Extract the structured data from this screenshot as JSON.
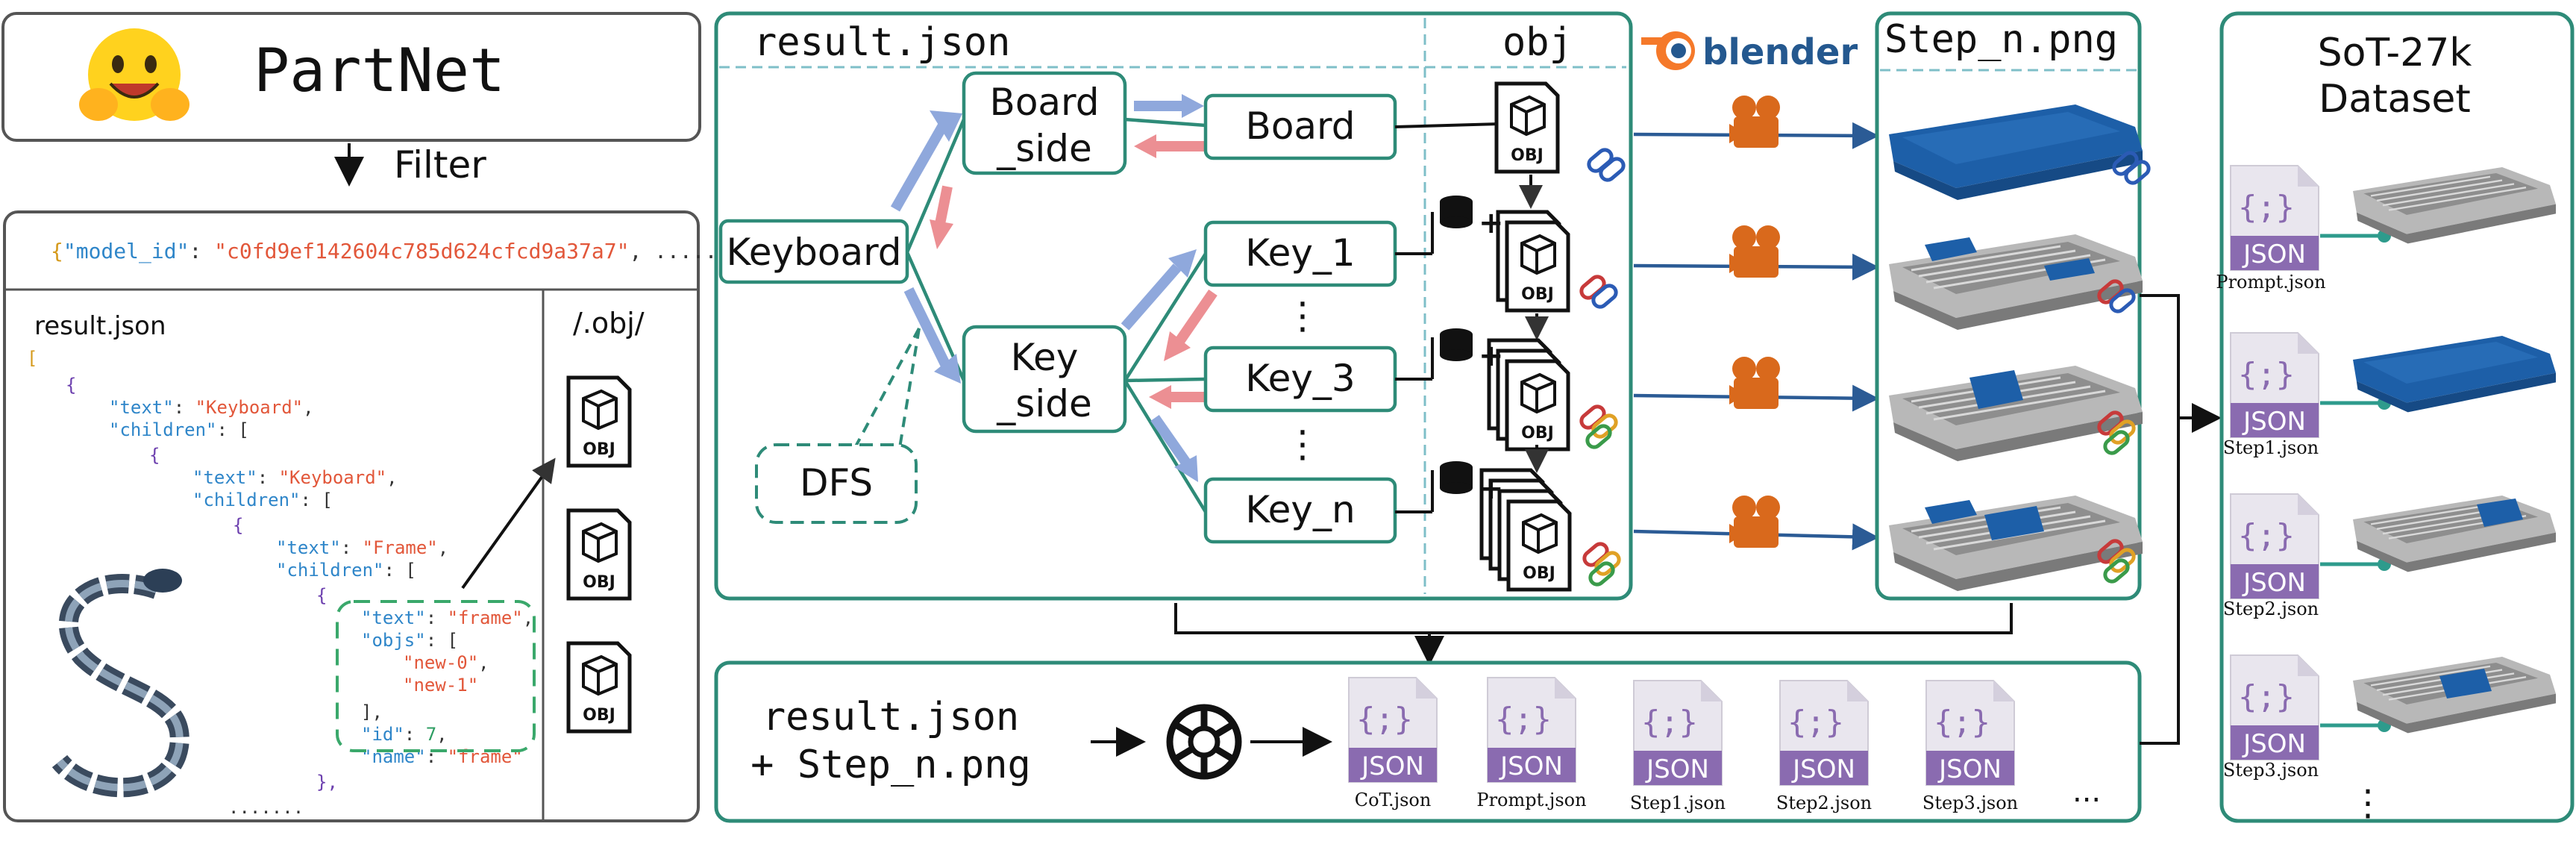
{
  "partnet": {
    "title": "PartNet",
    "filter_label": "Filter"
  },
  "source_panel": {
    "model_id_key": "\"model_id\"",
    "model_id_value": "\"c0fd9ef142604c785d624cfcd9a37a7\"",
    "model_id_tail": ", ......",
    "result_label": "result.json",
    "obj_dir_label": "/.obj/",
    "json_lines": {
      "open_bracket": "[",
      "brace1": "{",
      "l1_text_key": "\"text\"",
      "l1_text_val": "\"Keyboard\"",
      "l1_children_key": "\"children\"",
      "brace2": "{",
      "l2_text_key": "\"text\"",
      "l2_text_val": "\"Keyboard\"",
      "l2_children_key": "\"children\"",
      "brace3": "{",
      "l3_text_key": "\"text\"",
      "l3_text_val": "\"Frame\"",
      "l3_children_key": "\"children\"",
      "brace4": "{",
      "l4_text_key": "\"text\"",
      "l4_text_val": "\"frame\"",
      "l4_objs_key": "\"objs\"",
      "l4_obj1": "\"new-0\"",
      "l4_obj2": "\"new-1\"",
      "l4_close_list": "],",
      "l4_id_key": "\"id\"",
      "l4_id_val": "7",
      "l4_name_key": "\"name\"",
      "l4_name_val": "\"frame\"",
      "close_brace": "},",
      "ellipsis": "......."
    },
    "obj_label": "OBJ"
  },
  "tree_panel": {
    "header_left": "result.json",
    "header_right": "obj",
    "nodes": {
      "keyboard": "Keyboard",
      "board_side_1": "Board",
      "board_side_2": "_side",
      "key_side_1": "Key",
      "key_side_2": "_side",
      "board": "Board",
      "key_1": "Key_1",
      "key_3": "Key_3",
      "key_n": "Key_n"
    },
    "dfs_label": "DFS",
    "vertical_dots": "⋮",
    "obj_label": "OBJ"
  },
  "blender": {
    "label": "blender"
  },
  "step_panel": {
    "header": "Step_n.png"
  },
  "gpt_panel": {
    "input_line1": "result.json",
    "input_line2": "+ Step_n.png",
    "files": [
      "CoT.json",
      "Prompt.json",
      "Step1.json",
      "Step2.json",
      "Step3.json"
    ],
    "ellipsis": "...",
    "json_label": "JSON",
    "json_glyph": "{;}"
  },
  "dataset_panel": {
    "title_line1": "SoT-27k",
    "title_line2": "Dataset",
    "files": [
      "Prompt.json",
      "Step1.json",
      "Step2.json",
      "Step3.json"
    ],
    "vertical_dots": "⋮",
    "json_label": "JSON",
    "json_glyph": "{;}"
  },
  "colors": {
    "teal": "#2e8b78",
    "blue_arrow": "#8fa8dc",
    "red_arrow": "#ec8f93",
    "keyboard_blue": "#1d5fa8",
    "keyboard_gray": "#a9a9a9",
    "camera_orange": "#d9691c",
    "json_purple": "#8a6bb0"
  }
}
